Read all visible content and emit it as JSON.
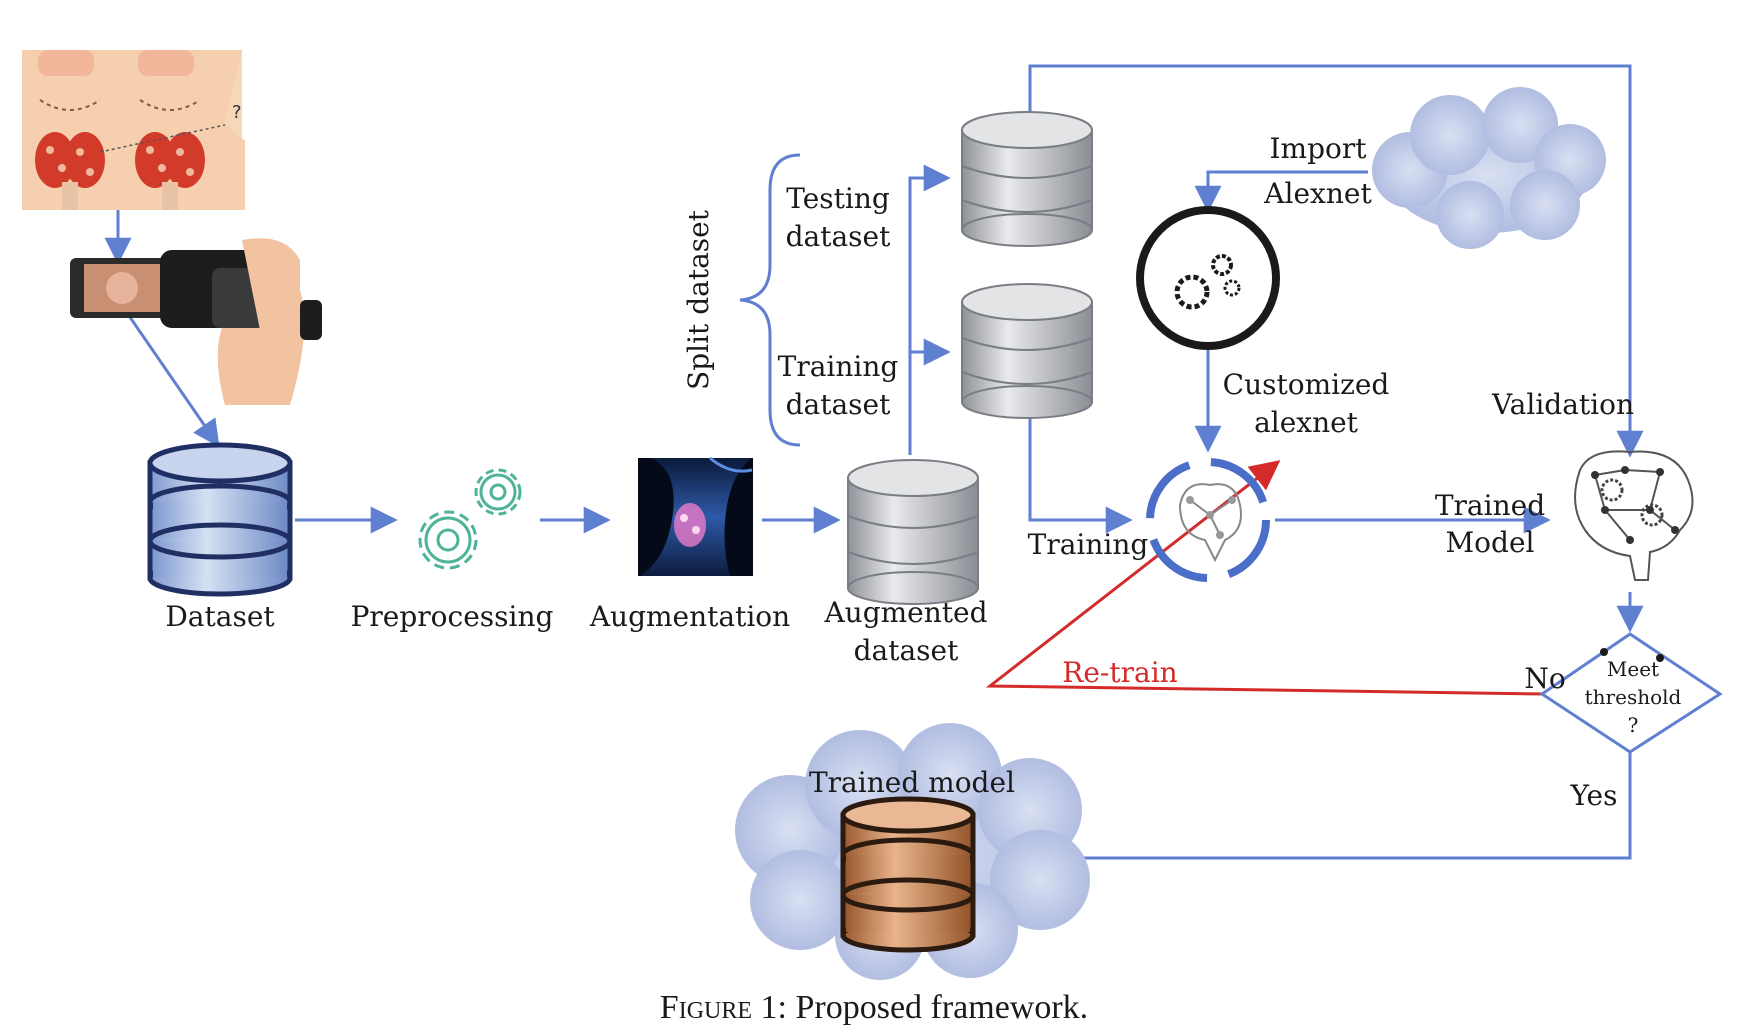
{
  "labels": {
    "dataset": "Dataset",
    "preprocessing": "Preprocessing",
    "augmentation": "Augmentation",
    "augmented_line1": "Augmented",
    "augmented_line2": "dataset",
    "split_dataset": "Split dataset",
    "testing_line1": "Testing",
    "testing_line2": "dataset",
    "training_ds_line1": "Training",
    "training_ds_line2": "dataset",
    "import": "Import",
    "alexnet": "Alexnet",
    "customized_line1": "Customized",
    "customized_line2": "alexnet",
    "validation": "Validation",
    "training": "Training",
    "trained_line1": "Trained",
    "trained_line2": "Model",
    "retrain": "Re-train",
    "no": "No",
    "yes": "Yes",
    "meet_line1": "Meet",
    "meet_line2": "threshold",
    "meet_line3": "?",
    "trained_model": "Trained model"
  },
  "caption": {
    "prefix": "Figure 1:",
    "text": "Proposed framework."
  },
  "colors": {
    "arrow_blue": "#5f7fd0",
    "retrain_red": "#d42a2a",
    "cloud_fill": "#b8c3e3",
    "db_blue": "#3d5a9c",
    "db_gray": "#b5b8bd",
    "db_orange": "#c98b5e",
    "gear_teal": "#4fb39a"
  }
}
